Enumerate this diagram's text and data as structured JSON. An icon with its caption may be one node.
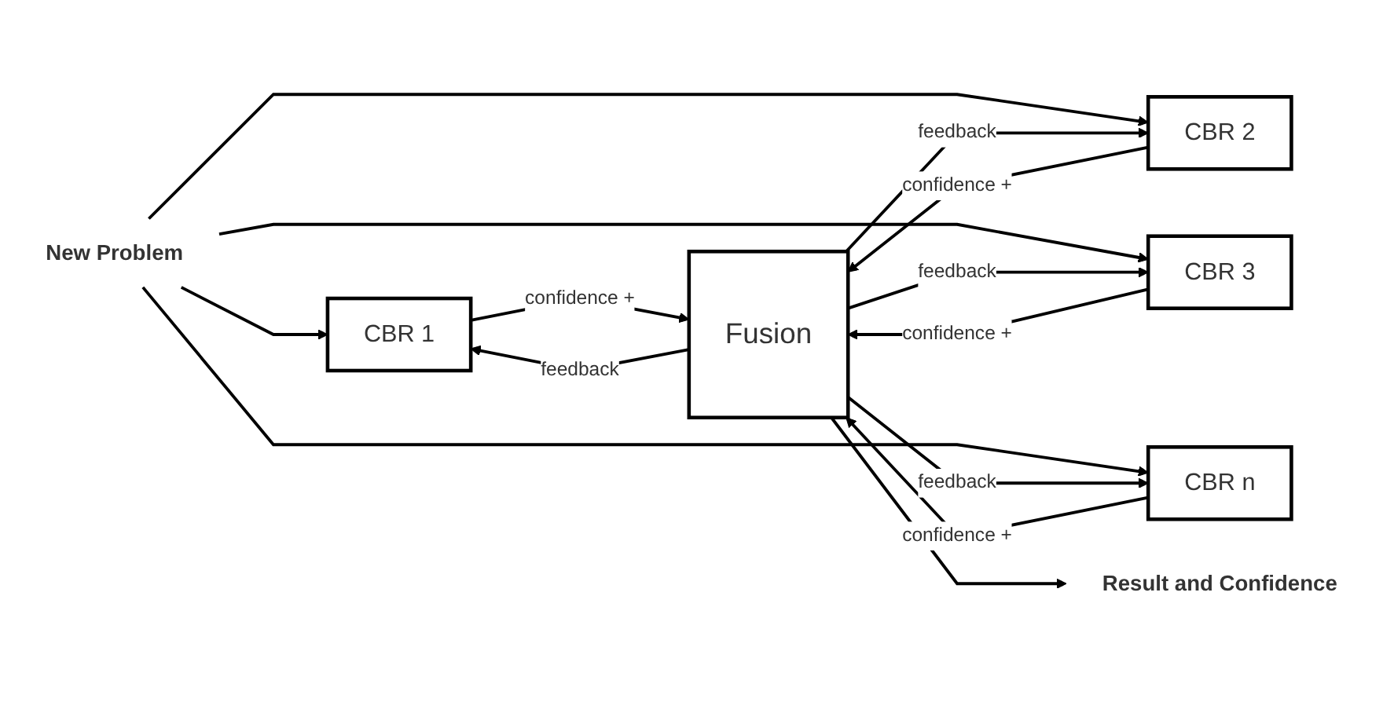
{
  "diagram": {
    "nodes": [
      {
        "text": [
          "New Problem"
        ]
      },
      {
        "text": [
          "CBR 1"
        ]
      },
      {
        "text": [
          "CBR 2"
        ]
      },
      {
        "text": [
          "CBR 3"
        ]
      },
      {
        "text": [
          "CBR n"
        ]
      },
      {
        "text": [
          "Fusion"
        ]
      },
      {
        "text": [
          "Result and Confidence"
        ]
      }
    ],
    "edges": [
      {
        "from": 0,
        "to": 1,
        "arrow": "to"
      },
      {
        "from": 0,
        "to": 2,
        "arrow": "to"
      },
      {
        "from": 0,
        "to": 3,
        "arrow": "to"
      },
      {
        "from": 0,
        "to": 4,
        "arrow": "to"
      },
      {
        "from": 5,
        "to": 1,
        "arrow": "to",
        "label": "feedback"
      },
      {
        "from": 1,
        "to": 5,
        "arrow": "to",
        "label": "confidence +"
      },
      {
        "from": 5,
        "to": 2,
        "arrow": "to",
        "label": "feedback"
      },
      {
        "from": 2,
        "to": 5,
        "arrow": "to",
        "label": "confidence +"
      },
      {
        "from": 5,
        "to": 3,
        "arrow": "to",
        "label": "feedback"
      },
      {
        "from": 3,
        "to": 5,
        "arrow": "to",
        "label": "confidence +"
      },
      {
        "from": 5,
        "to": 4,
        "arrow": "to",
        "label": "feedback"
      },
      {
        "from": 4,
        "to": 5,
        "arrow": "to",
        "label": "confidence +"
      },
      {
        "from": 5,
        "to": 6,
        "arrow": "to"
      }
    ]
  }
}
